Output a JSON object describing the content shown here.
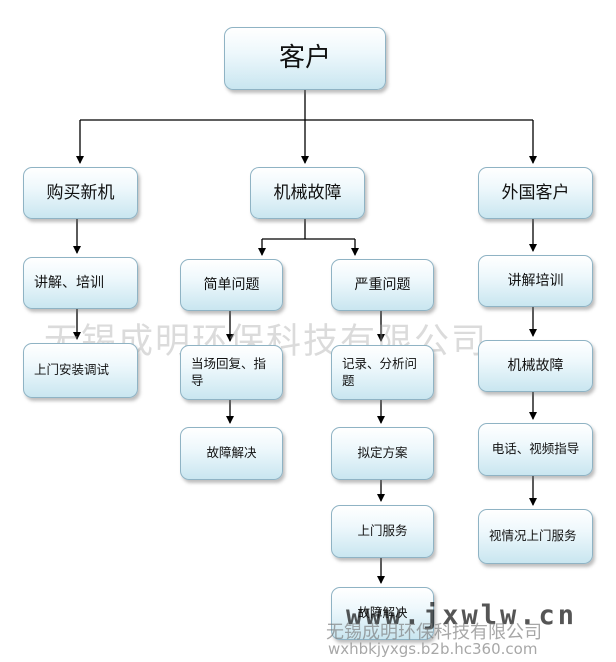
{
  "diagram": {
    "root": {
      "label": "客户"
    },
    "branches": [
      {
        "label": "购买新机",
        "steps": [
          "讲解、培训",
          "上门安装调试"
        ]
      },
      {
        "label": "机械故障",
        "sub_branches": [
          {
            "label": "简单问题",
            "steps": [
              "当场回复、指导",
              "故障解决"
            ]
          },
          {
            "label": "严重问题",
            "steps": [
              "记录、分析问题",
              "拟定方案",
              "上门服务",
              "故障解决"
            ]
          }
        ]
      },
      {
        "label": "外国客户",
        "steps": [
          "讲解培训",
          "机械故障",
          "电话、视频指导",
          "视情况上门服务"
        ]
      }
    ]
  },
  "watermarks": {
    "center_text": "无锡成明环保科技有限公司",
    "site_url": "www.jxwlw.cn",
    "company": "无锡成明环保科技有限公司",
    "domain": "wxhbkjyxgs.b2b.hc360.com"
  },
  "colors": {
    "box_top": "#ffffff",
    "box_bottom": "#c9e6f0",
    "box_border": "#8fb3c4",
    "line": "#000000"
  }
}
